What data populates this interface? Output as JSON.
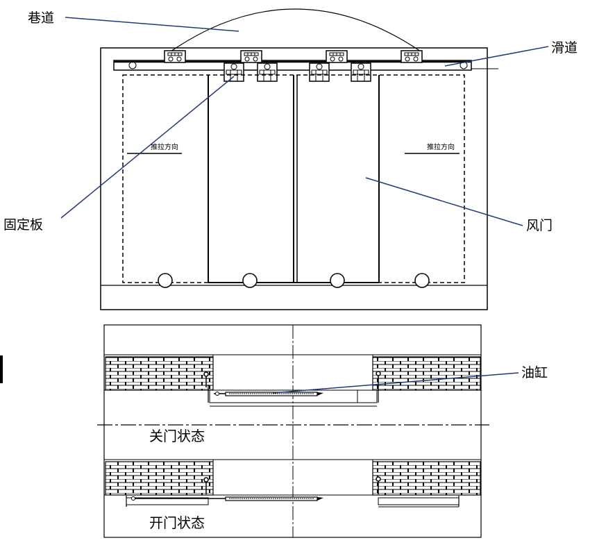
{
  "callouts": {
    "tunnel": "巷道",
    "slide_rail": "滑道",
    "fixed_plate": "固定板",
    "air_door": "风门",
    "oil_cylinder": "油缸"
  },
  "door": {
    "push_pull_left": "推拉方向",
    "push_pull_right": "推拉方向"
  },
  "states": {
    "closed": "关门状态",
    "open": "开门状态"
  },
  "colors": {
    "line": "#000000",
    "leader": "#1f3a7a"
  }
}
